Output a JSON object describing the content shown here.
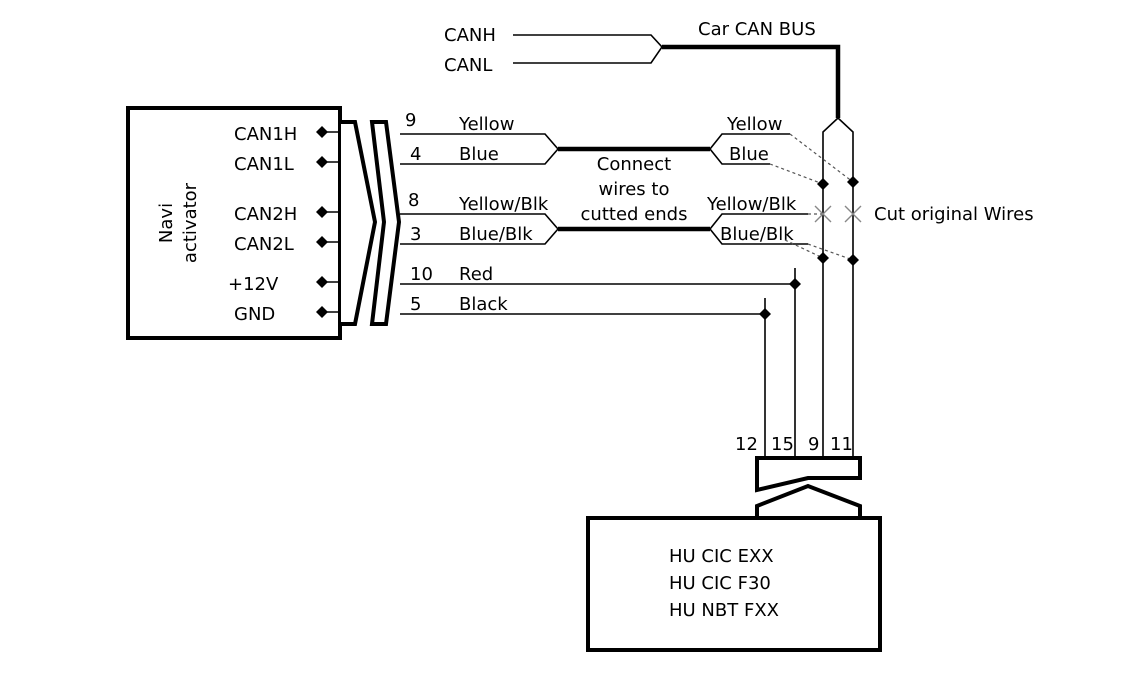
{
  "can_bus": {
    "canh": "CANH",
    "canl": "CANL",
    "title": "Car CAN BUS"
  },
  "navi": {
    "label_line1": "Navi",
    "label_line2": "activator",
    "pins": [
      "CAN1H",
      "CAN1L",
      "CAN2H",
      "CAN2L",
      "+12V",
      "GND"
    ]
  },
  "wires_left": [
    {
      "num": "9",
      "color": "Yellow"
    },
    {
      "num": "4",
      "color": "Blue"
    },
    {
      "num": "8",
      "color": "Yellow/Blk"
    },
    {
      "num": "3",
      "color": "Blue/Blk"
    },
    {
      "num": "10",
      "color": "Red"
    },
    {
      "num": "5",
      "color": "Black"
    }
  ],
  "wires_right": [
    "Yellow",
    "Blue",
    "Yellow/Blk",
    "Blue/Blk"
  ],
  "notes": {
    "connect_line1": "Connect",
    "connect_line2": "wires to",
    "connect_line3": "cutted ends",
    "cut": "Cut original Wires"
  },
  "hu_pins": [
    "12",
    "15",
    "9",
    "11"
  ],
  "hu": {
    "line1": "HU CIC EXX",
    "line2": "HU CIC F30",
    "line3": "HU NBT FXX"
  }
}
